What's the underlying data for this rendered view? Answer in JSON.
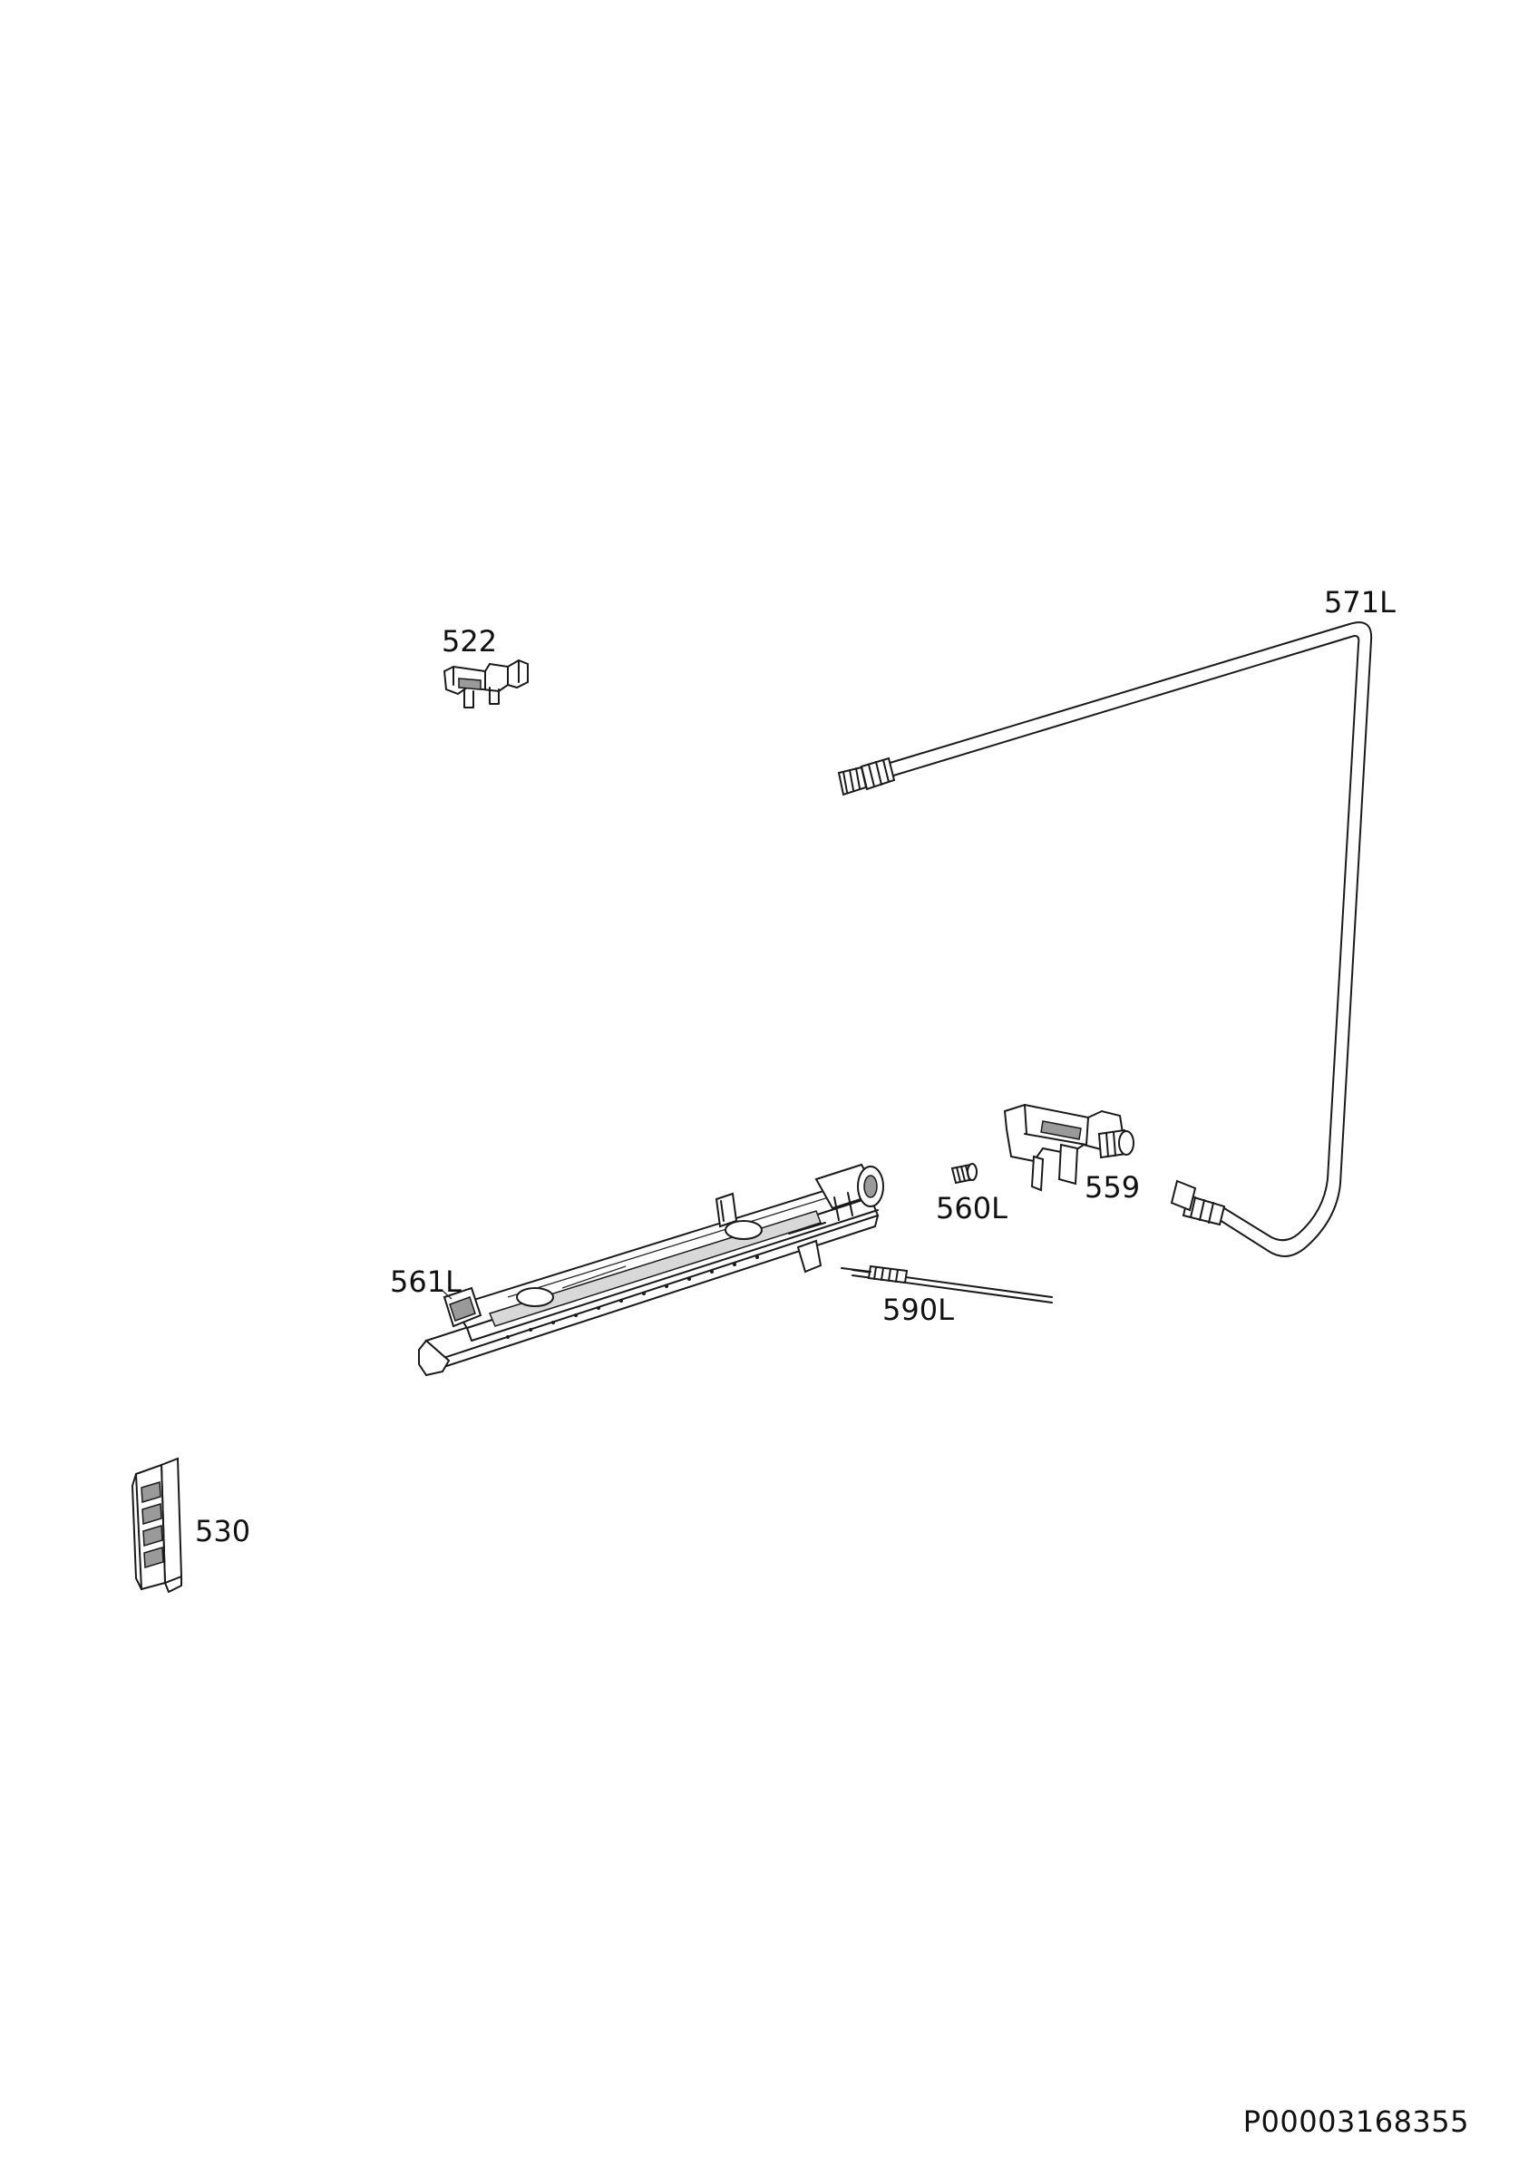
{
  "diagram": {
    "parts": [
      {
        "id": "522",
        "label": "522"
      },
      {
        "id": "571L",
        "label": "571L"
      },
      {
        "id": "559",
        "label": "559"
      },
      {
        "id": "560L",
        "label": "560L"
      },
      {
        "id": "561L",
        "label": "561L"
      },
      {
        "id": "590L",
        "label": "590L"
      },
      {
        "id": "530",
        "label": "530"
      }
    ],
    "document_id": "P00003168355"
  }
}
